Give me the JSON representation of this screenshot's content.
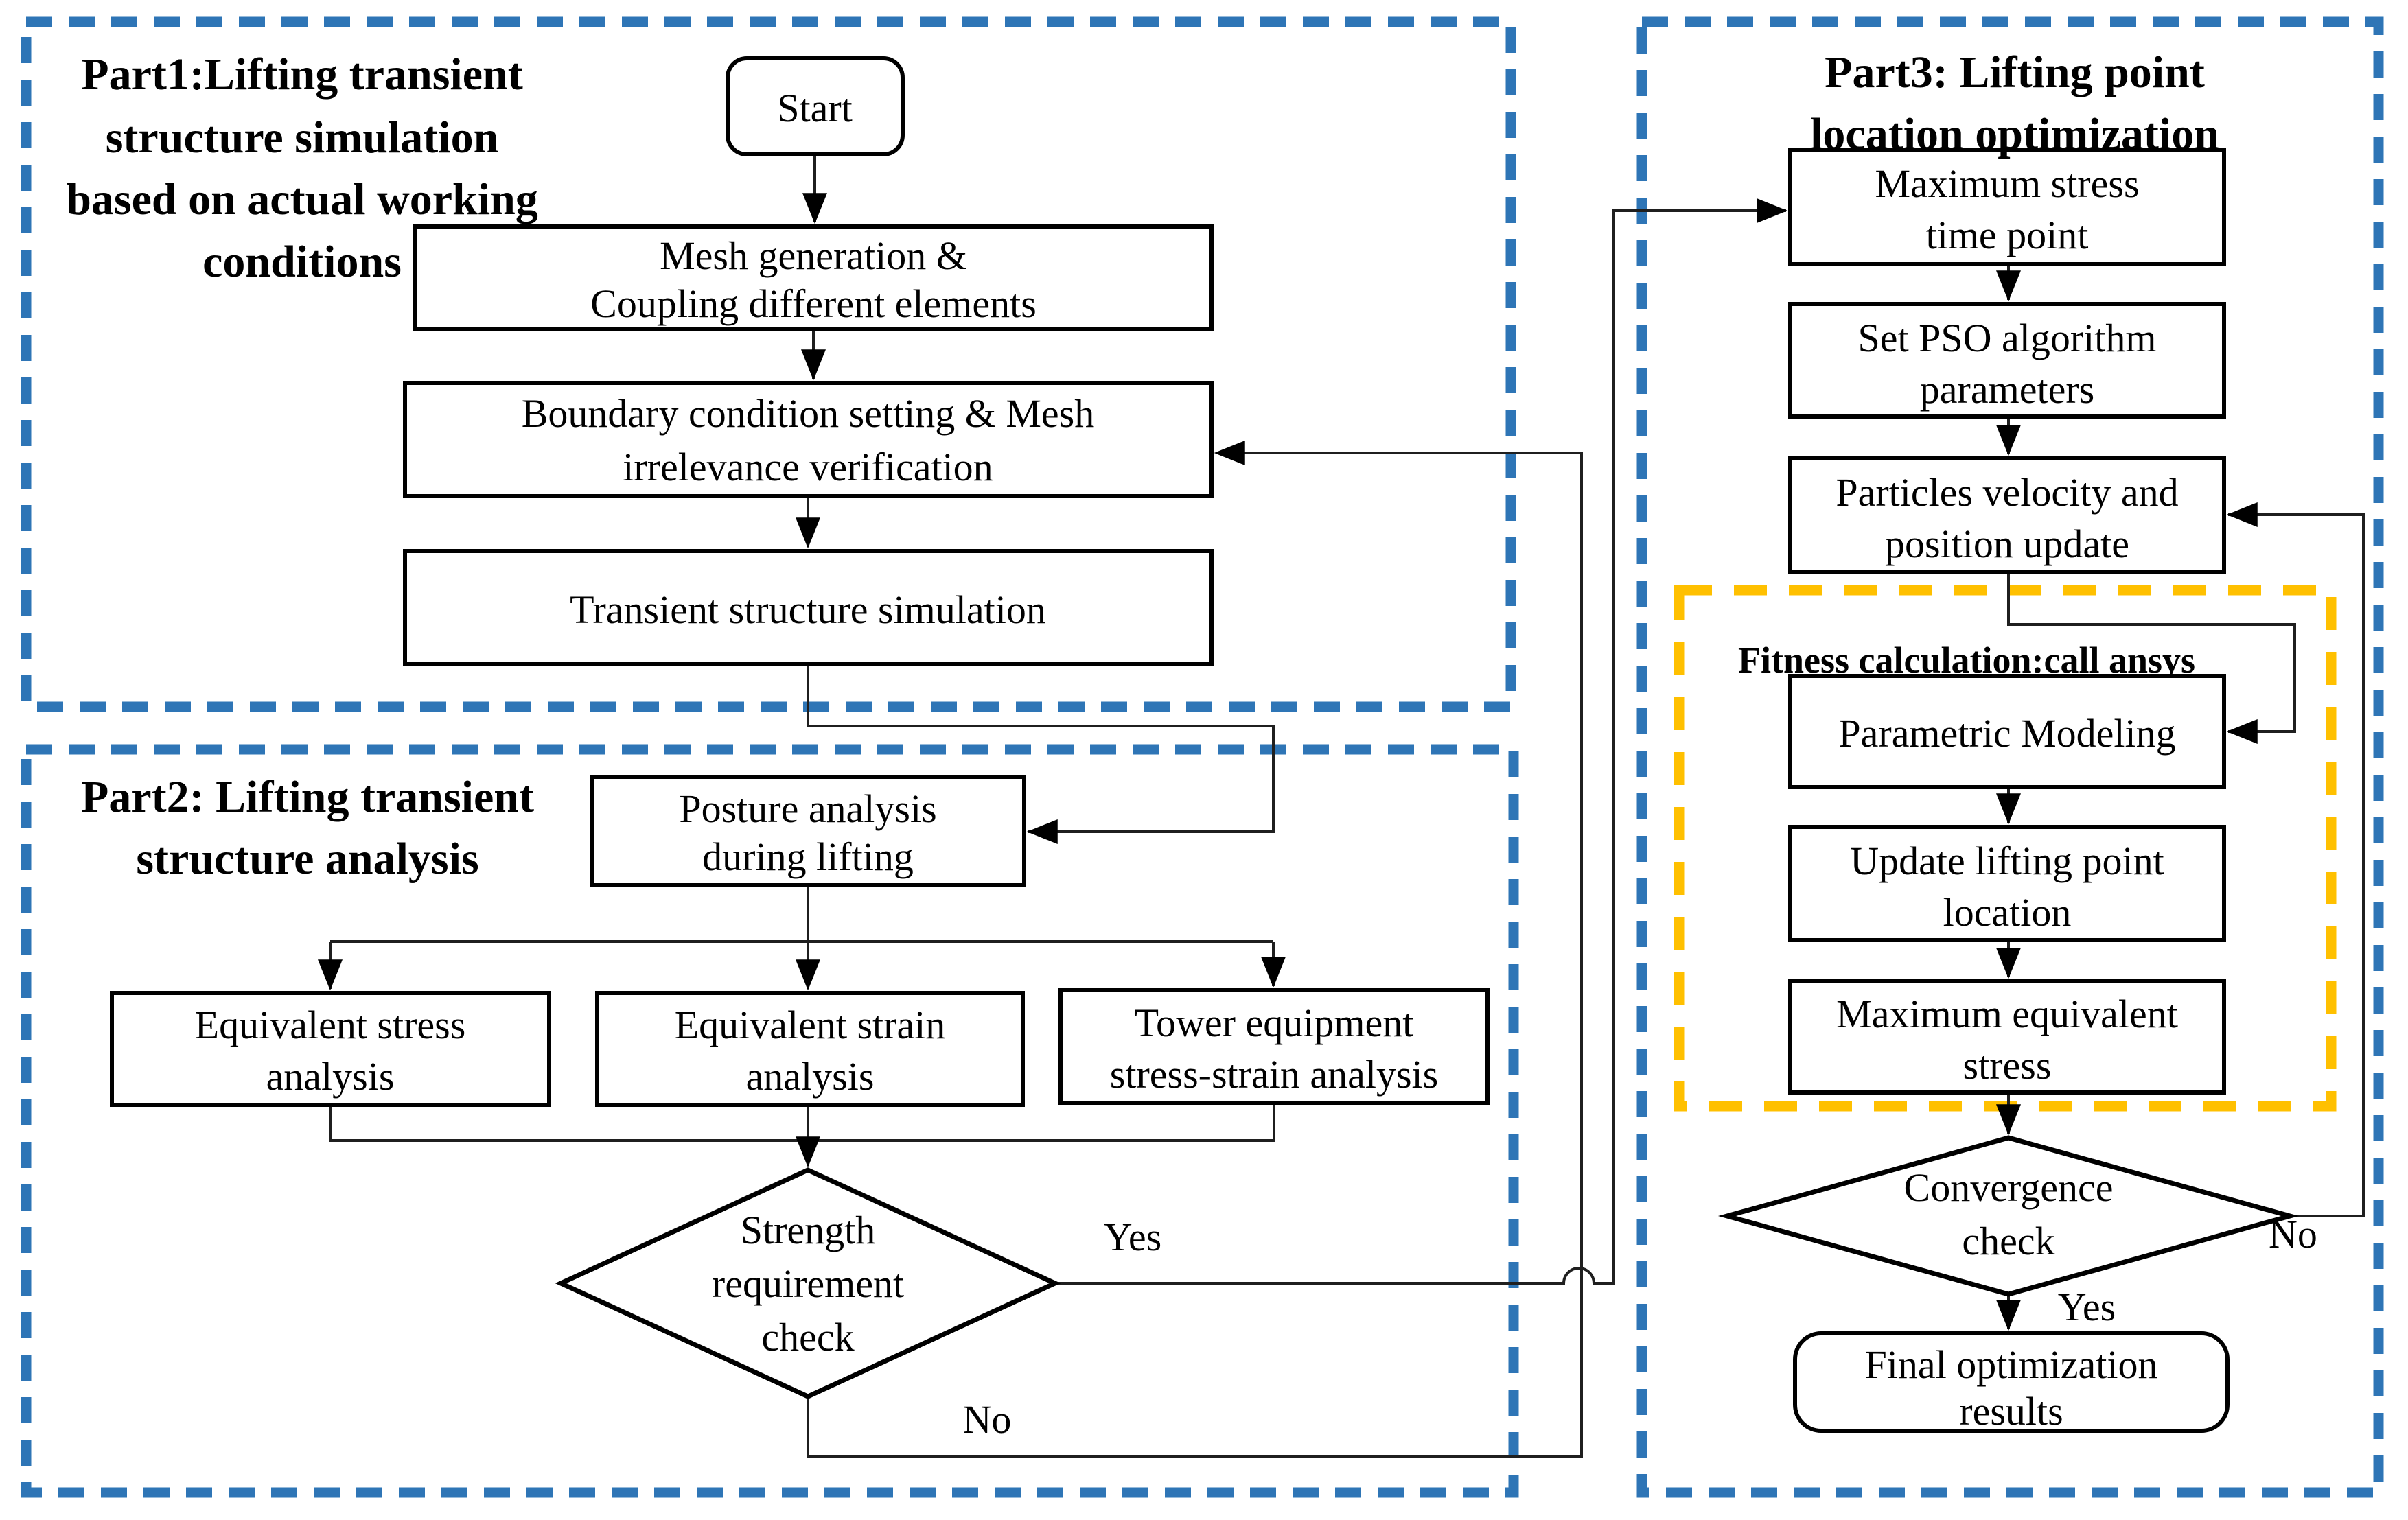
{
  "colors": {
    "part_border": "#2E75B6",
    "accent": "#FFC000",
    "node_border": "#000000",
    "connector": "#1f1f1f",
    "background": "#ffffff"
  },
  "parts": {
    "part1": {
      "title_lines": [
        "Part1:Lifting transient",
        "structure simulation",
        "based on actual working",
        "conditions"
      ]
    },
    "part2": {
      "title_lines": [
        "Part2: Lifting transient",
        "structure analysis"
      ]
    },
    "part3": {
      "title_lines": [
        "Part3: Lifting point",
        "location optimization"
      ]
    }
  },
  "fitness_group_label": "Fitness calculation:call ansys",
  "nodes": {
    "start": {
      "label": "Start"
    },
    "mesh": {
      "l1": "Mesh generation &",
      "l2": "Coupling different elements"
    },
    "boundary": {
      "l1": "Boundary condition setting & Mesh",
      "l2": "irrelevance verification"
    },
    "transient": {
      "label": "Transient structure simulation"
    },
    "posture": {
      "l1": "Posture analysis",
      "l2": "during lifting"
    },
    "eq_stress": {
      "l1": "Equivalent stress",
      "l2": "analysis"
    },
    "eq_strain": {
      "l1": "Equivalent strain",
      "l2": "analysis"
    },
    "tower": {
      "l1": "Tower equipment",
      "l2": "stress-strain analysis"
    },
    "strength_check": {
      "l1": "Strength",
      "l2": "requirement",
      "l3": "check"
    },
    "max_stress_time": {
      "l1": "Maximum stress",
      "l2": "time point"
    },
    "set_pso": {
      "l1": "Set PSO algorithm",
      "l2": "parameters"
    },
    "particles": {
      "l1": "Particles velocity and",
      "l2": "position update"
    },
    "parametric": {
      "label": "Parametric Modeling"
    },
    "update_lifting": {
      "l1": "Update  lifting point",
      "l2": "location"
    },
    "max_equiv": {
      "l1": "Maximum equivalent",
      "l2": "stress"
    },
    "convergence": {
      "l1": "Convergence",
      "l2": "check"
    },
    "final": {
      "l1": "Final optimization",
      "l2": "results"
    }
  },
  "edge_labels": {
    "strength_yes": "Yes",
    "strength_no": "No",
    "convergence_yes": "Yes",
    "convergence_no": "No"
  }
}
